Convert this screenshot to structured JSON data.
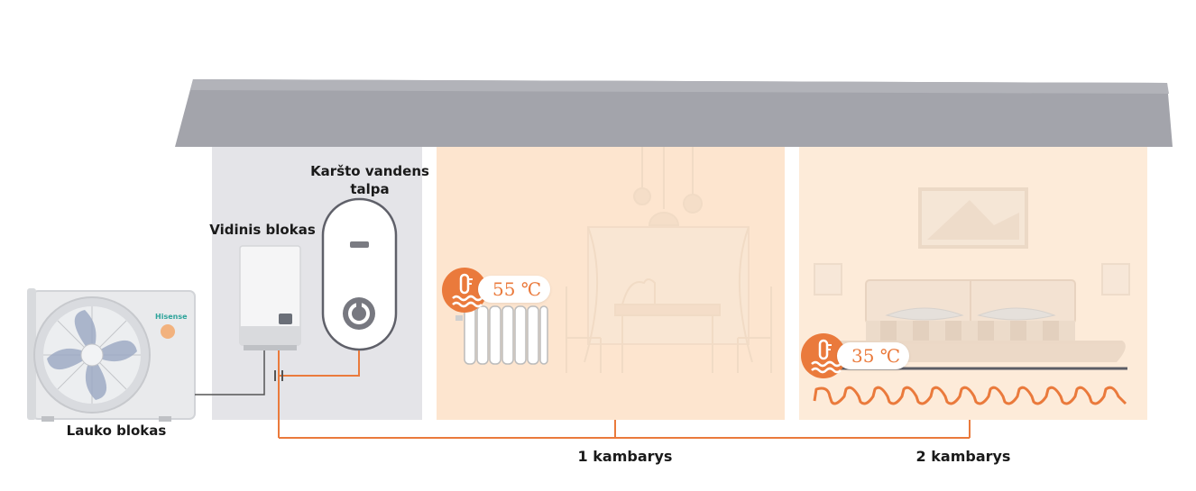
{
  "labels": {
    "outdoor_unit": "Lauko blokas",
    "indoor_unit": "Vidinis blokas",
    "hot_water_tank_line1": "Karšto vandens",
    "hot_water_tank_line2": "talpa",
    "room_1": "1 kambarys",
    "room_2": "2 kambarys",
    "brand": "Hisense"
  },
  "temperatures": {
    "room_1_radiator": "55 ℃",
    "room_2_floor": "35 ℃"
  },
  "icons": {
    "temperature": "water-temperature-icon"
  },
  "colors": {
    "roof": "#a3a4ab",
    "utility_room": "#e4e4e8",
    "room_1": "#fde5cf",
    "room_2": "#fdebd9",
    "pipe": "#ea7a3c",
    "accent": "#ea7a3c",
    "control_cable": "#555555"
  }
}
